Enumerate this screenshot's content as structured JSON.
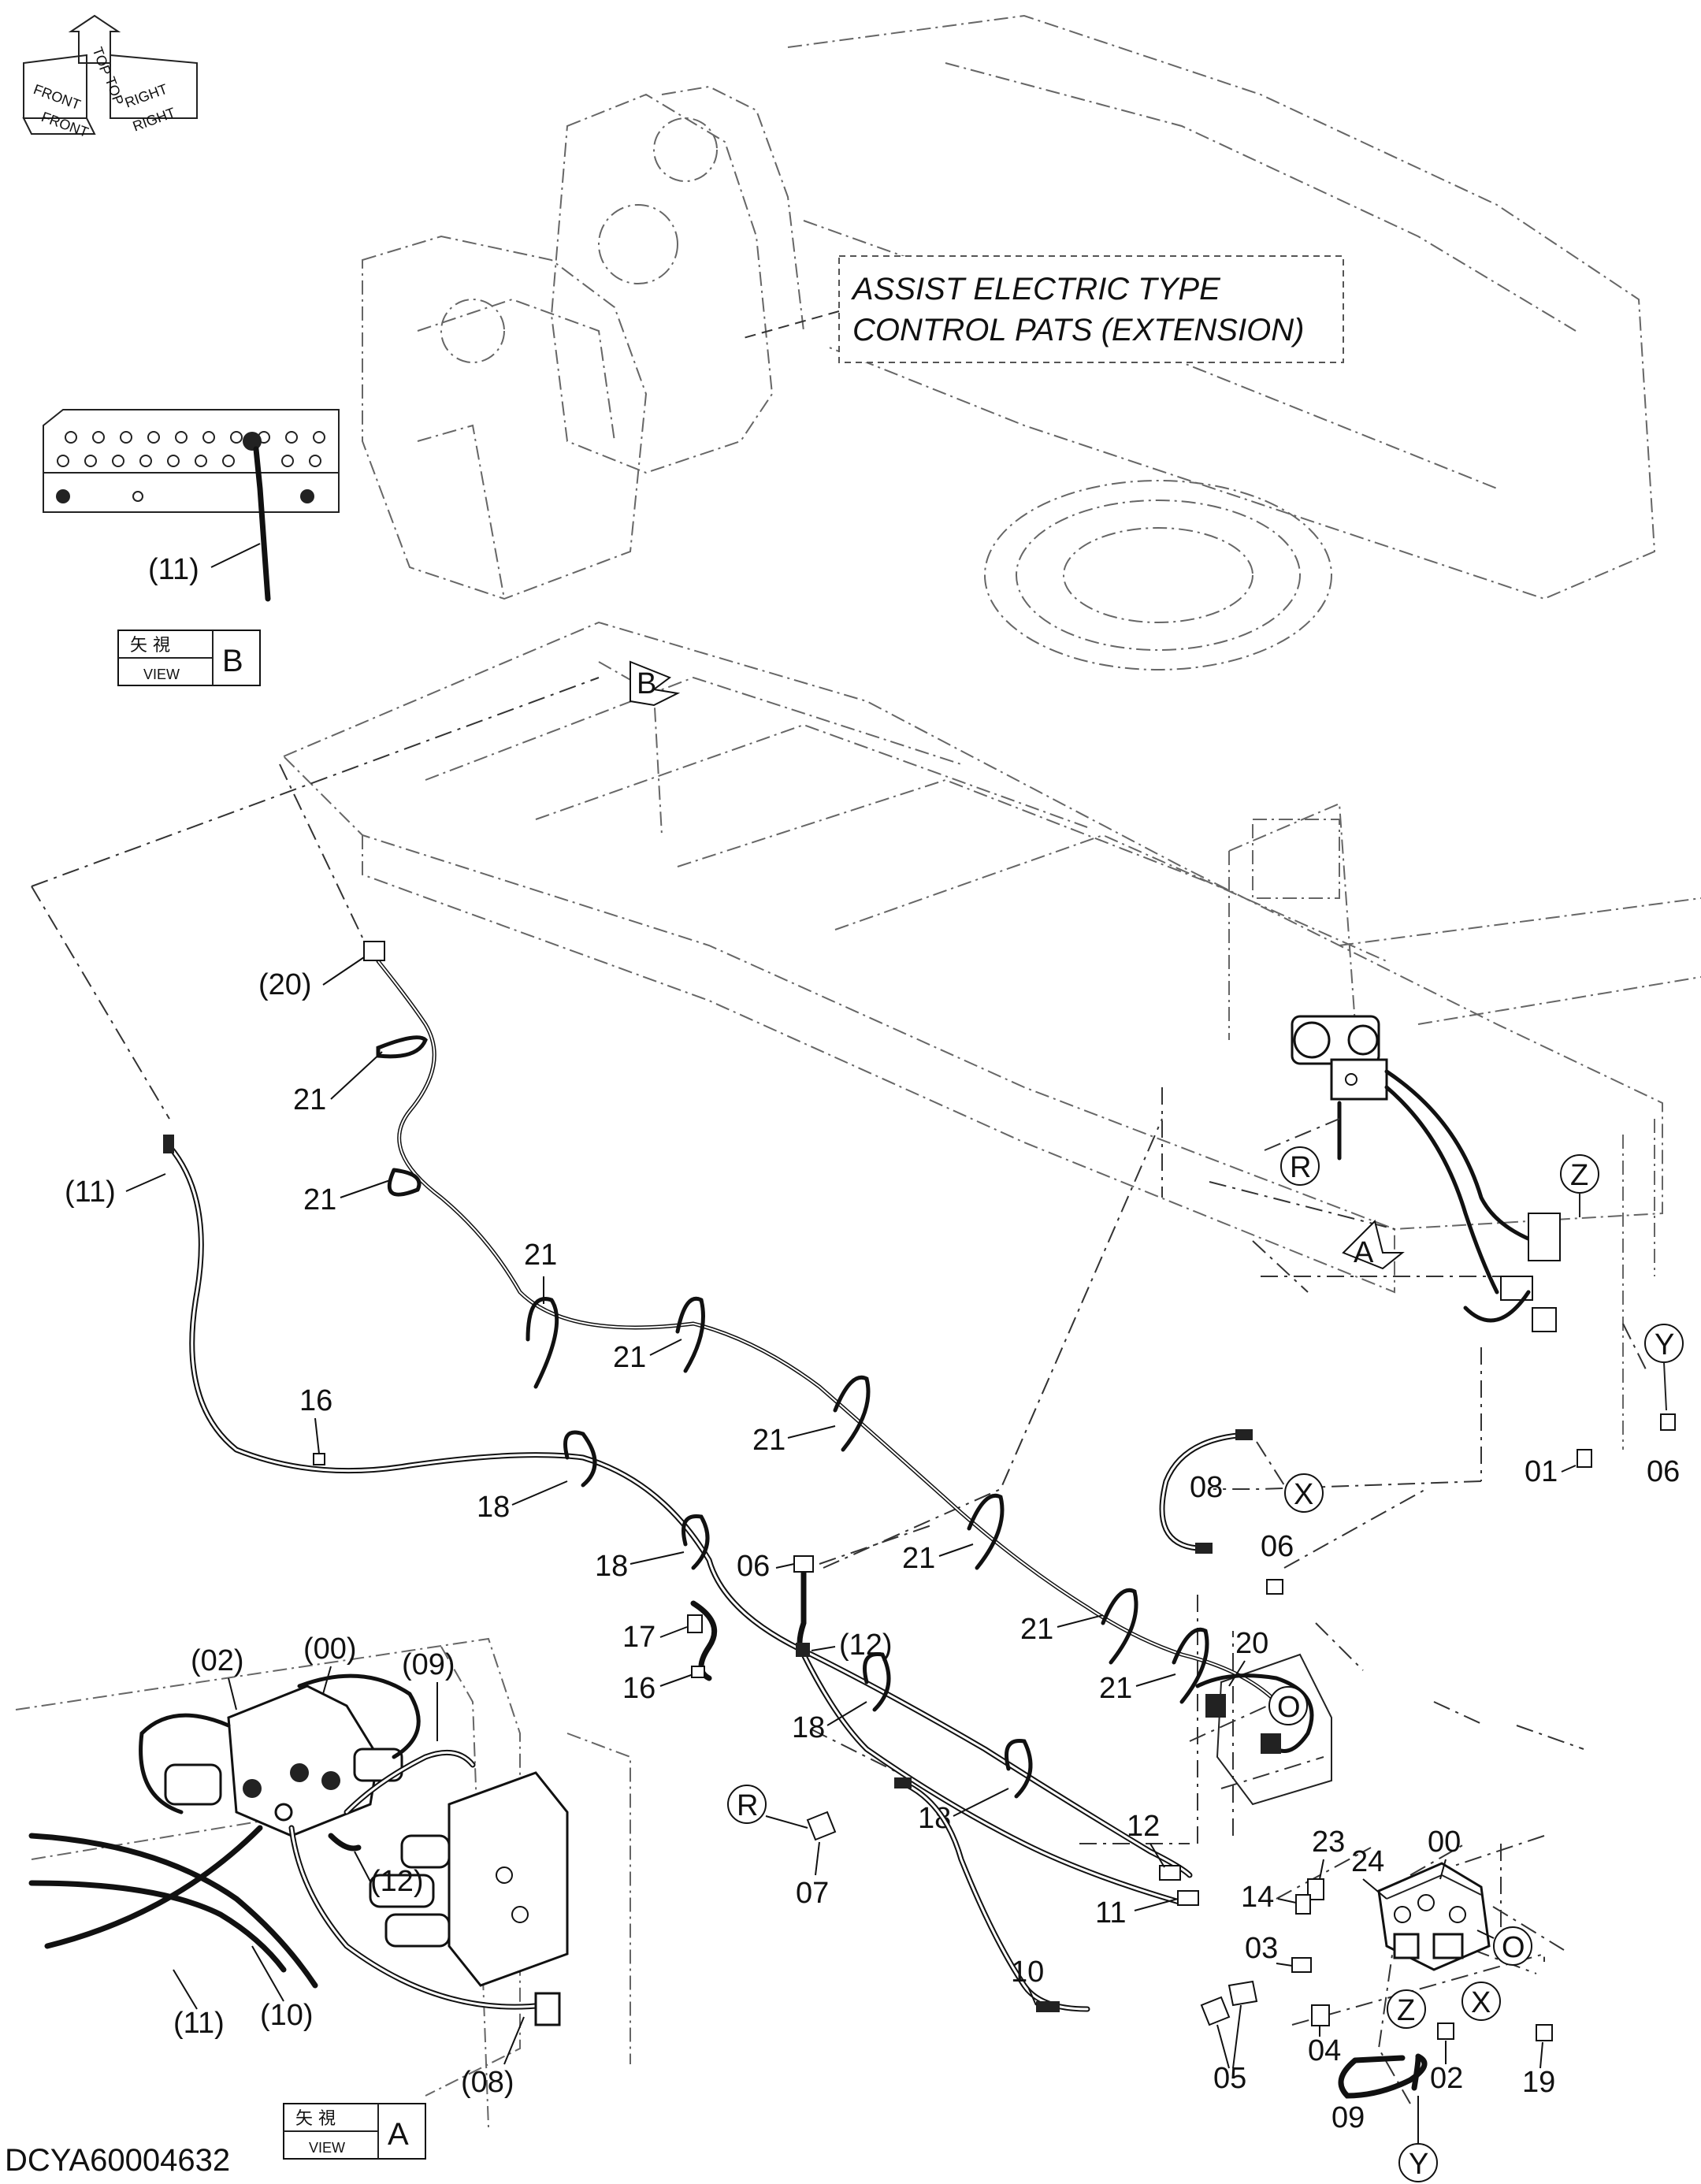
{
  "title_box": {
    "line1": "ASSIST ELECTRIC TYPE",
    "line2": "CONTROL PATS (EXTENSION)"
  },
  "orientation_icon": {
    "labels": [
      "FRONT",
      "TOP",
      "RIGHT",
      "FRONT",
      "TOP",
      "RIGHT"
    ]
  },
  "views": {
    "b": {
      "cjk": "矢 視",
      "view_word": "VIEW",
      "letter": "B"
    },
    "a": {
      "cjk": "矢 視",
      "view_word": "VIEW",
      "letter": "A"
    }
  },
  "view_arrows": {
    "b": "B",
    "a": "A"
  },
  "markers": {
    "r1": "R",
    "r2": "R",
    "z1": "Z",
    "z2": "Z",
    "y1": "Y",
    "y2": "Y",
    "x1": "X",
    "x2": "X",
    "o1": "O",
    "o2": "O"
  },
  "part_labels": {
    "p11_view_b": "(11)",
    "p20": "(20)",
    "p21_a": "21",
    "p11_main": "(11)",
    "p21_b": "21",
    "p21_c": "21",
    "p21_d": "21",
    "p16_a": "16",
    "p21_e": "21",
    "p18_a": "18",
    "p18_b": "18",
    "p06_a": "06",
    "p21_f": "21",
    "p17": "17",
    "p12_paren": "(12)",
    "p21_g": "21",
    "p16_b": "16",
    "p21_h": "21",
    "p20_b": "20",
    "p18_c": "18",
    "p18_d": "18",
    "p12": "12",
    "p07": "07",
    "p11": "11",
    "p23": "23",
    "p24": "24",
    "p00": "00",
    "p14": "14",
    "p03": "03",
    "p10": "10",
    "p04": "04",
    "p05": "05",
    "p09": "09",
    "p02": "02",
    "p19": "19",
    "p08": "08",
    "p06_b": "06",
    "p01": "01",
    "p06_c": "06",
    "va_02": "(02)",
    "va_00": "(00)",
    "va_09": "(09)",
    "va_12": "(12)",
    "va_11": "(11)",
    "va_10": "(10)",
    "va_08": "(08)"
  },
  "drawing_code": "DCYA60004632"
}
